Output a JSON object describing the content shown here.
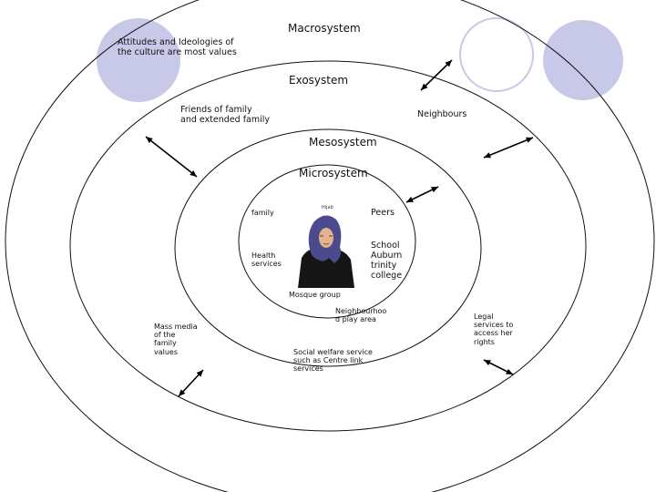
{
  "slide": {
    "background": "#ffffff",
    "deco_color": "#c8c8e8",
    "ring_color": "#111111"
  },
  "rings": {
    "macro": "Macrosystem",
    "exo": "Exosystem",
    "meso": "Mesosystem",
    "micro": "Microsystem"
  },
  "labels": {
    "attitudes": "Attitudes and Ideologies of\nthe culture are most values",
    "friends": "Friends of family\nand extended family",
    "neighbours": "Neighbours",
    "family": "family",
    "peers": "Peers",
    "health": "Health\nservices",
    "school": "School\nAuburn\ntrinity\ncollege",
    "mosque": "Mosque group",
    "neighbourhood": "Neighbourhoo\nd play area",
    "mass_media": "Mass media\nof the\nfamily\nvalues",
    "legal": "Legal\nservices to\naccess her\nrights",
    "welfare": "Social welfare service\nsuch as Centre link\nservices"
  },
  "portrait": {
    "caption": "Hijab",
    "hijab_color": "#4a4a8c",
    "clothing_color": "#161616",
    "skin_color": "#e3b48e"
  },
  "arrows_icon": "double-headed-arrow"
}
